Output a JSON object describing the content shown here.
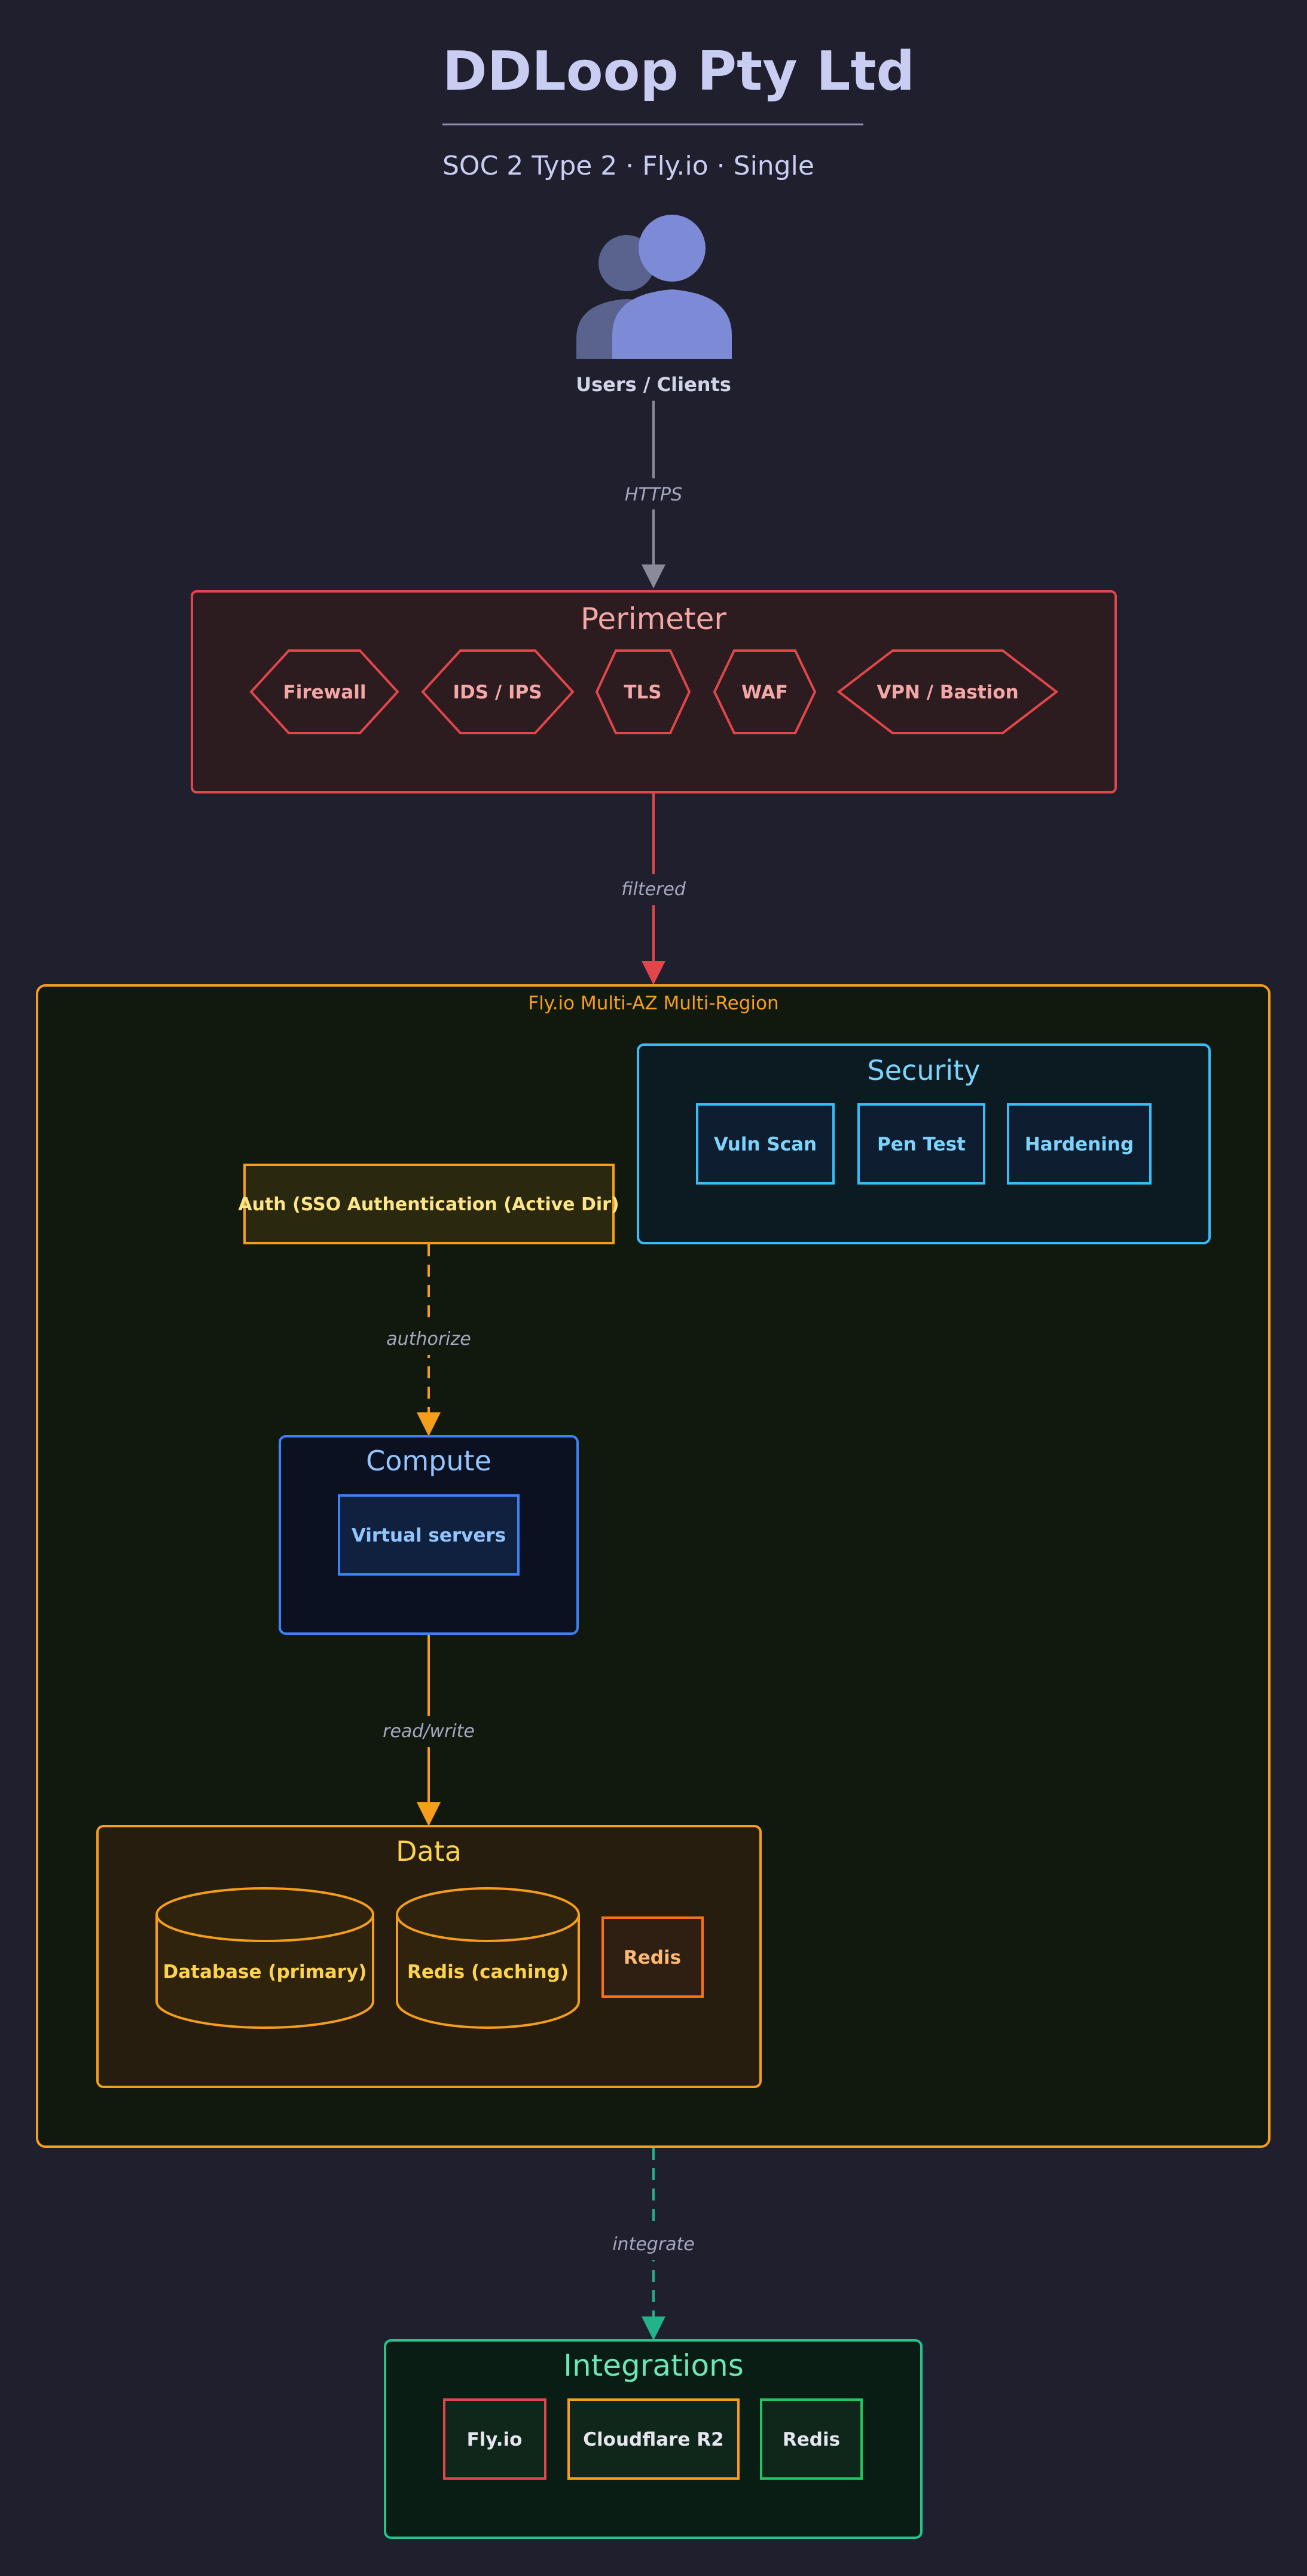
{
  "header": {
    "title": "DDLoop Pty Ltd",
    "subtitle": "SOC 2 Type 2 · Fly.io · Single"
  },
  "users": {
    "label": "Users / Clients"
  },
  "edges": {
    "https": "HTTPS",
    "filtered": "filtered",
    "authorize": "authorize",
    "read_write": "read/write",
    "integrate": "integrate"
  },
  "perimeter": {
    "title": "Perimeter",
    "items": [
      "Firewall",
      "IDS / IPS",
      "TLS",
      "WAF",
      "VPN / Bastion"
    ]
  },
  "region": {
    "label": "Fly.io Multi-AZ Multi-Region"
  },
  "security": {
    "title": "Security",
    "items": [
      "Vuln Scan",
      "Pen Test",
      "Hardening"
    ]
  },
  "auth": {
    "label": "Auth (SSO Authentication (Active Dir)"
  },
  "compute": {
    "title": "Compute",
    "items": [
      "Virtual servers"
    ]
  },
  "data": {
    "title": "Data",
    "items": [
      "Database (primary)",
      "Redis (caching)",
      "Redis"
    ]
  },
  "integrations": {
    "title": "Integrations",
    "items": [
      "Fly.io",
      "Cloudflare R2",
      "Redis"
    ]
  },
  "colors": {
    "background": "#1f1f2e",
    "perimeter": "#e0464a",
    "region": "#f59e1b",
    "security": "#38bdf8",
    "compute": "#3b82f6",
    "data": "#f59e1b",
    "integrations": "#22c58e"
  }
}
